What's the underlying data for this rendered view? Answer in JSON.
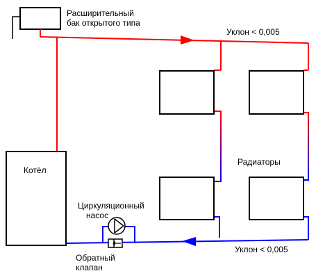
{
  "labels": {
    "tank_line1": "Расширительный",
    "tank_line2": "бак открытого типа",
    "slope_supply": "Уклон < 0,005",
    "slope_return": "Уклон < 0,005",
    "radiators": "Радиаторы",
    "boiler": "Котёл",
    "pump_line1": "Циркуляционный",
    "pump_line2": "насос",
    "valve_line1": "Обратный",
    "valve_line2": "клапан"
  },
  "colors": {
    "supply": "#ff0000",
    "return": "#0000ff",
    "outline": "#000000",
    "background": "#ffffff"
  }
}
